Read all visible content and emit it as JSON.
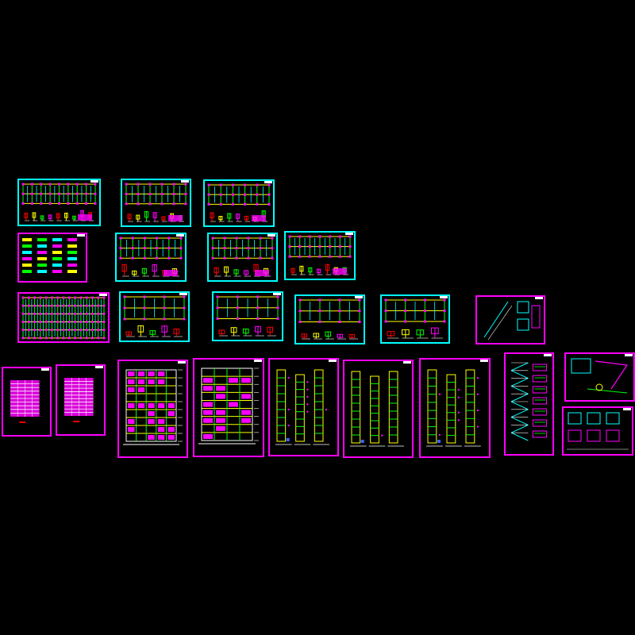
{
  "canvas": {
    "background": "#000000"
  },
  "palette": {
    "frame_cyan": "#00ffff",
    "frame_magenta": "#ff00ff",
    "line_yellow": "#ffff00",
    "line_green": "#00ff00",
    "line_red": "#ff0000",
    "line_white": "#ffffff",
    "line_blue": "#3366ff"
  },
  "sheet_groups": [
    {
      "id": "structural-plans-row-1",
      "frame": "cyan",
      "kind": "plan",
      "count": 3
    },
    {
      "id": "structural-plans-row-2",
      "frame": "mixed",
      "kind": "plan",
      "count": 4
    },
    {
      "id": "structural-plans-row-3",
      "frame": "mixed",
      "kind": "plan",
      "count": 6
    },
    {
      "id": "elevations-and-sections-row-4",
      "frame": "magenta",
      "kind": "elevation",
      "count": 10
    },
    {
      "id": "details-row-4",
      "frame": "magenta",
      "kind": "detail",
      "count": 2
    }
  ]
}
